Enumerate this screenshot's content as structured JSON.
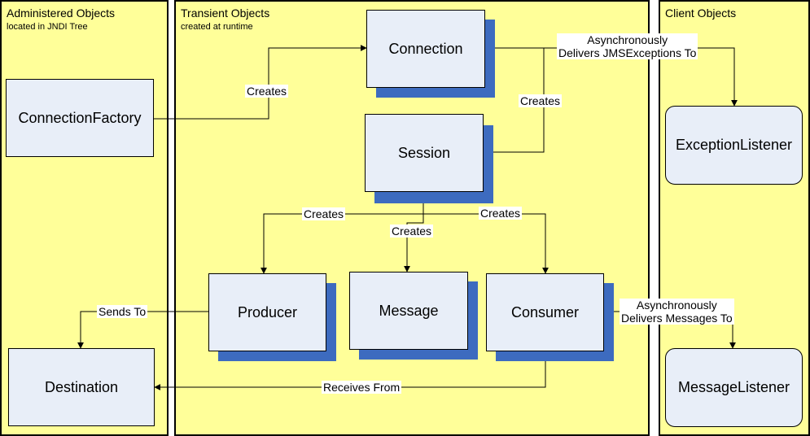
{
  "panels": {
    "administered": {
      "title": "Administered Objects",
      "subtitle": "located in JNDI Tree"
    },
    "transient": {
      "title": "Transient Objects",
      "subtitle": "created at runtime"
    },
    "client": {
      "title": "Client Objects"
    }
  },
  "nodes": {
    "connection_factory": "ConnectionFactory",
    "destination": "Destination",
    "connection": "Connection",
    "session": "Session",
    "producer": "Producer",
    "message": "Message",
    "consumer": "Consumer",
    "exception_listener": "ExceptionListener",
    "message_listener": "MessageListener"
  },
  "edges": {
    "factory_creates_connection": "Creates",
    "connection_creates_session": "Creates",
    "session_creates_producer": "Creates",
    "session_creates_message": "Creates",
    "session_creates_consumer": "Creates",
    "connection_delivers_exceptions": [
      "Asynchronously",
      "Delivers JMSExceptions To"
    ],
    "consumer_delivers_messages": [
      "Asynchronously",
      "Delivers Messages To"
    ],
    "producer_sends_to": "Sends To",
    "consumer_receives_from": "Receives From"
  }
}
